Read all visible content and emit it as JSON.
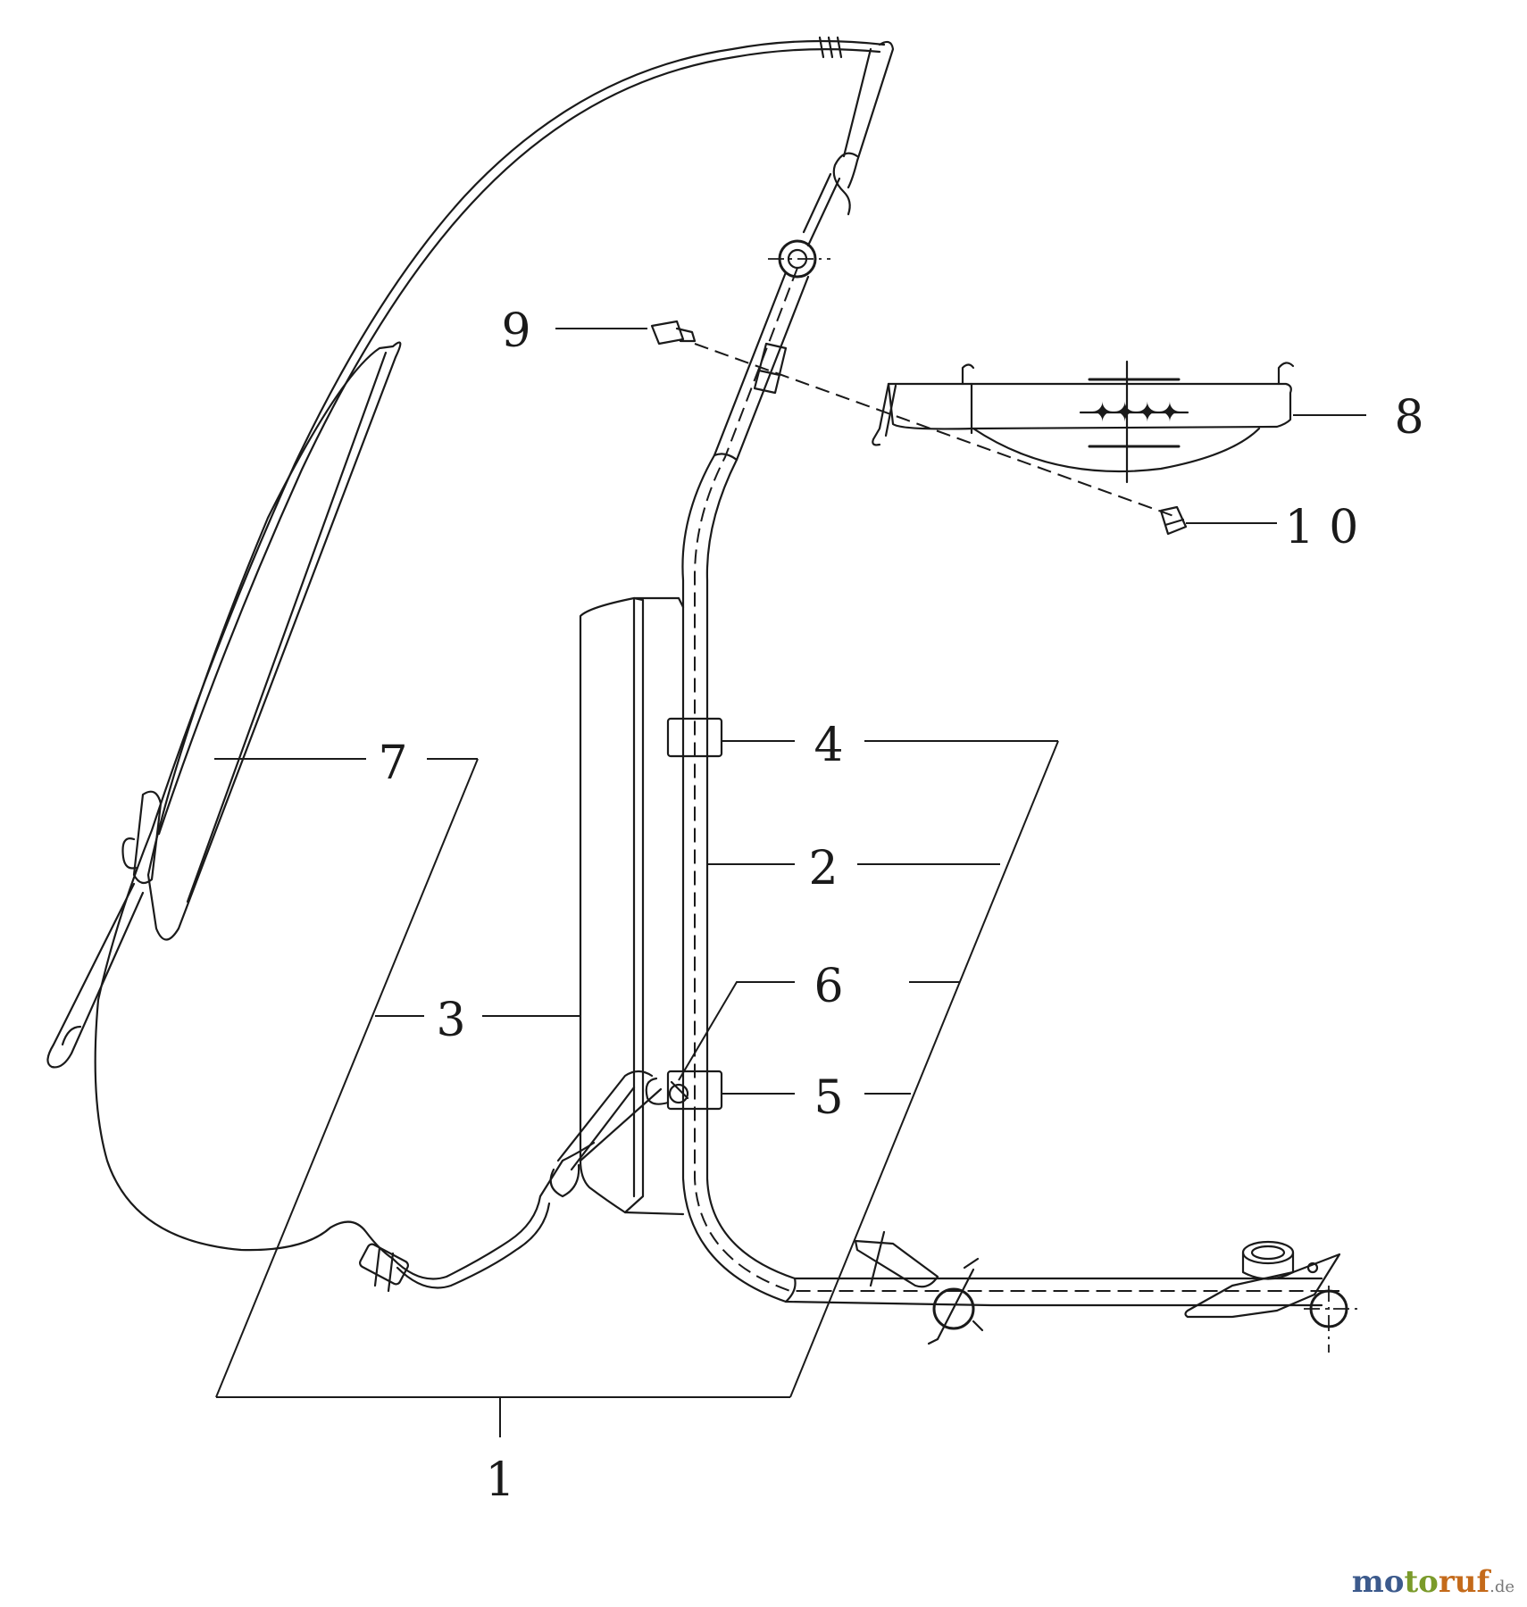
{
  "callouts": {
    "c1": "1",
    "c2": "2",
    "c3": "3",
    "c4": "4",
    "c5": "5",
    "c6": "6",
    "c7": "7",
    "c8": "8",
    "c9": "9",
    "c10": "1 0"
  },
  "watermark": {
    "part1": "mo",
    "part2": "to",
    "part3": "ruf",
    "part4": ".de"
  },
  "colors": {
    "line": "#1a1a1a",
    "background": "#ffffff"
  }
}
